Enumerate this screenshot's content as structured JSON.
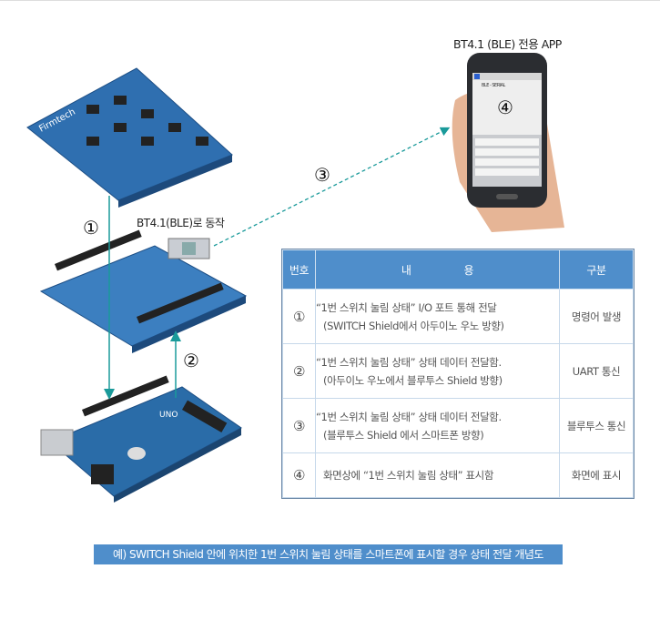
{
  "labels": {
    "app_title": "BT4.1 (BLE) 전용 APP",
    "ble_operation": "BT4.1(BLE)로 동작",
    "step1": "①",
    "step2": "②",
    "step3": "③",
    "step4": "④",
    "board_brand": "Firmtech",
    "arduino_brand": "UNO",
    "phone_app_header": "BLE - SERIAL"
  },
  "table": {
    "headers": [
      "번호",
      "내　　　　　용",
      "구분"
    ],
    "rows": [
      {
        "no": "①",
        "line1": "“1번 스위치 눌림 상태” I/O 포트 통해 전달",
        "line2": "(SWITCH Shield에서 아두이노 우노 방향)",
        "category": "명령어 발생"
      },
      {
        "no": "②",
        "line1": "“1번 스위치 눌림 상태” 상태 데이터 전달함.",
        "line2": "(아두이노 우노에서 블루투스 Shield 방향)",
        "category": "UART 통신"
      },
      {
        "no": "③",
        "line1": "“1번 스위치 눌림 상태” 상태 데이터 전달함.",
        "line2": "(블루투스 Shield 에서 스마트폰 방향)",
        "category": "블루투스 통신"
      },
      {
        "no": "④",
        "line1": "화면상에 “1번 스위치 눌림 상태” 표시함",
        "line2": "",
        "category": "화면에 표시"
      }
    ]
  },
  "caption": "예) SWITCH Shield 안에 위치한 1번 스위치 눌림 상태를 스마트폰에 표시할 경우 상태 전달 개념도",
  "colors": {
    "accent": "#4f8ecb",
    "arrow": "#1a9a9a",
    "board": "#2f6fb0"
  }
}
